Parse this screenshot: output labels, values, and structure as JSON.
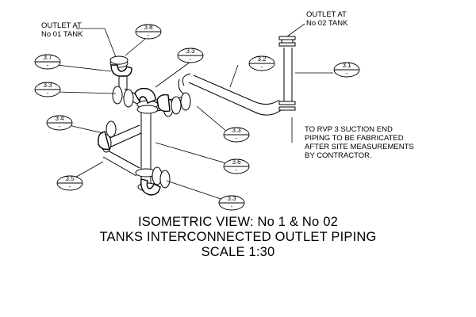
{
  "notes": {
    "tank1": "OUTLET AT\nNo 01 TANK",
    "tank2": "OUTLET AT\nNo 02 TANK",
    "rvp": "TO RVP 3 SUCTION END\nPIPING TO BE FABRICATED\nAFTER SITE MEASUREMENTS\nBY CONTRACTOR."
  },
  "callouts": [
    {
      "id": "3.8",
      "value": "-"
    },
    {
      "id": "3.7",
      "value": "-"
    },
    {
      "id": "3.3",
      "value": "-"
    },
    {
      "id": "3.3",
      "value": "-"
    },
    {
      "id": "3.2",
      "value": "-"
    },
    {
      "id": "3.1",
      "value": "-"
    },
    {
      "id": "3.4",
      "value": "-"
    },
    {
      "id": "3.3",
      "value": "-"
    },
    {
      "id": "3.6",
      "value": "-"
    },
    {
      "id": "3.5",
      "value": "-"
    },
    {
      "id": "3.3",
      "value": "-"
    }
  ],
  "title": {
    "line1": "ISOMETRIC VIEW: No 1 & No 02",
    "line2": "TANKS INTERCONNECTED OUTLET PIPING",
    "line3": "SCALE 1:30"
  }
}
